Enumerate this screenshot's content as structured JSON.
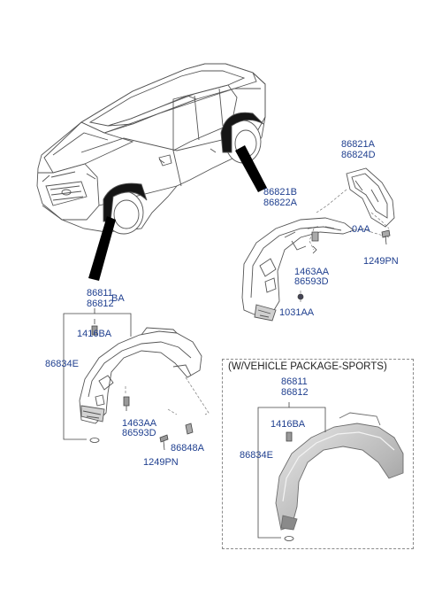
{
  "diagram": {
    "labels": {
      "rr_upper": "86821A",
      "rr_lower": "86824D",
      "rr_side_upper": "86821B",
      "rr_side_lower": "86822A",
      "rr_clip_partial": ".0AA",
      "rr_bolt": "1249PN",
      "rr_screw_upper": "1463AA",
      "rr_screw_lower": "86593D",
      "rr_nut": "1031AA",
      "fr_upper": "86811",
      "fr_upper_partial": "BA",
      "fr_lower": "86812",
      "fr_clip": "1416BA",
      "fr_guard": "86834E",
      "fr_screw_upper": "1463AA",
      "fr_screw_lower": "86593D",
      "fr_cover": "86848A",
      "fr_bolt": "1249PN"
    },
    "sports": {
      "title": "(W/VEHICLE PACKAGE-SPORTS)",
      "upper": "86811",
      "lower": "86812",
      "clip": "1416BA",
      "guard": "86834E"
    }
  }
}
